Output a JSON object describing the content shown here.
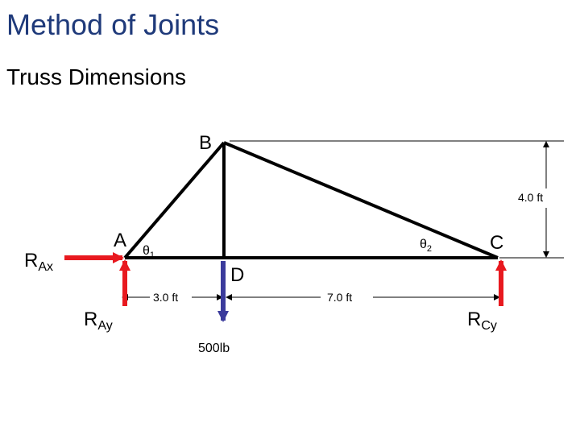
{
  "title": "Method of Joints",
  "subtitle": "Truss Dimensions",
  "diagram": {
    "joints": {
      "a": "A",
      "b": "B",
      "c": "C",
      "d": "D"
    },
    "angles": {
      "theta1": "θ",
      "theta1_sub": "1",
      "theta2": "θ",
      "theta2_sub": "2"
    },
    "dimensions": {
      "ad": "3.0 ft",
      "dc": "7.0 ft",
      "height": "4.0 ft"
    },
    "reactions": {
      "rax": "R",
      "rax_sub": "Ax",
      "ray": "R",
      "ray_sub": "Ay",
      "rcy": "R",
      "rcy_sub": "Cy"
    },
    "load": "500lb",
    "colors": {
      "reaction": "#e8191f",
      "load": "#3b3b9c",
      "title": "#1f3a7a",
      "member": "#000000"
    }
  }
}
